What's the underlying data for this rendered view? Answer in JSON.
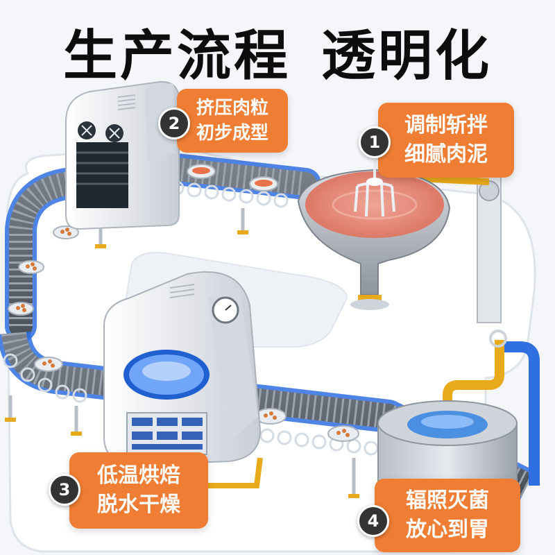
{
  "header": {
    "title_part1": "生产流程",
    "title_part2": "透明化"
  },
  "steps": [
    {
      "number": "1",
      "line1": "调制斩拌",
      "line2": "细腻肉泥"
    },
    {
      "number": "2",
      "line1": "挤压肉粒",
      "line2": "初步成型"
    },
    {
      "number": "3",
      "line1": "低温烘焙",
      "line2": "脱水干燥"
    },
    {
      "number": "4",
      "line1": "辐照灭菌",
      "line2": "放心到胃"
    }
  ],
  "colors": {
    "callout": "#ef7d33",
    "badge": "#333333",
    "conveyor_glow": "#2f6fe0",
    "pipe": "#e8a91a",
    "meat_paste": "#e98a7c",
    "water_tank": "#4a8fe0"
  }
}
